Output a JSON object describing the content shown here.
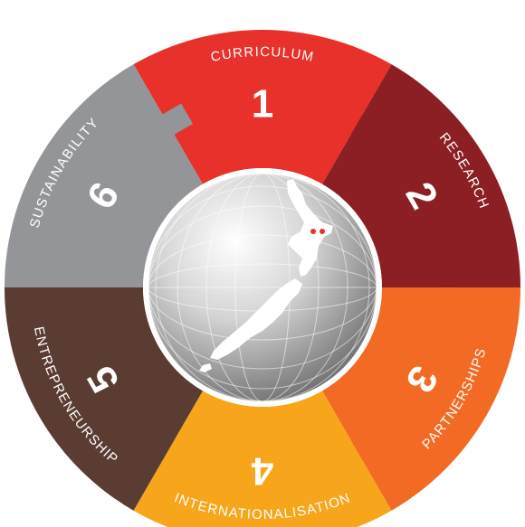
{
  "diagram": {
    "segments": [
      {
        "number": "1",
        "label": "CURRICULUM",
        "color": "#e8312b"
      },
      {
        "number": "2",
        "label": "RESEARCH",
        "color": "#8b1f23"
      },
      {
        "number": "3",
        "label": "PARTNERSHIPS",
        "color": "#f26a23"
      },
      {
        "number": "4",
        "label": "INTERNATIONALISATION",
        "color": "#f7a61c"
      },
      {
        "number": "5",
        "label": "ENTREPRENEURSHIP",
        "color": "#5b3c33"
      },
      {
        "number": "6",
        "label": "SUSTAINABILITY",
        "color": "#939598"
      }
    ],
    "center": {
      "icon": "globe-new-zealand-icon",
      "markers_color": "#e8312b"
    }
  }
}
